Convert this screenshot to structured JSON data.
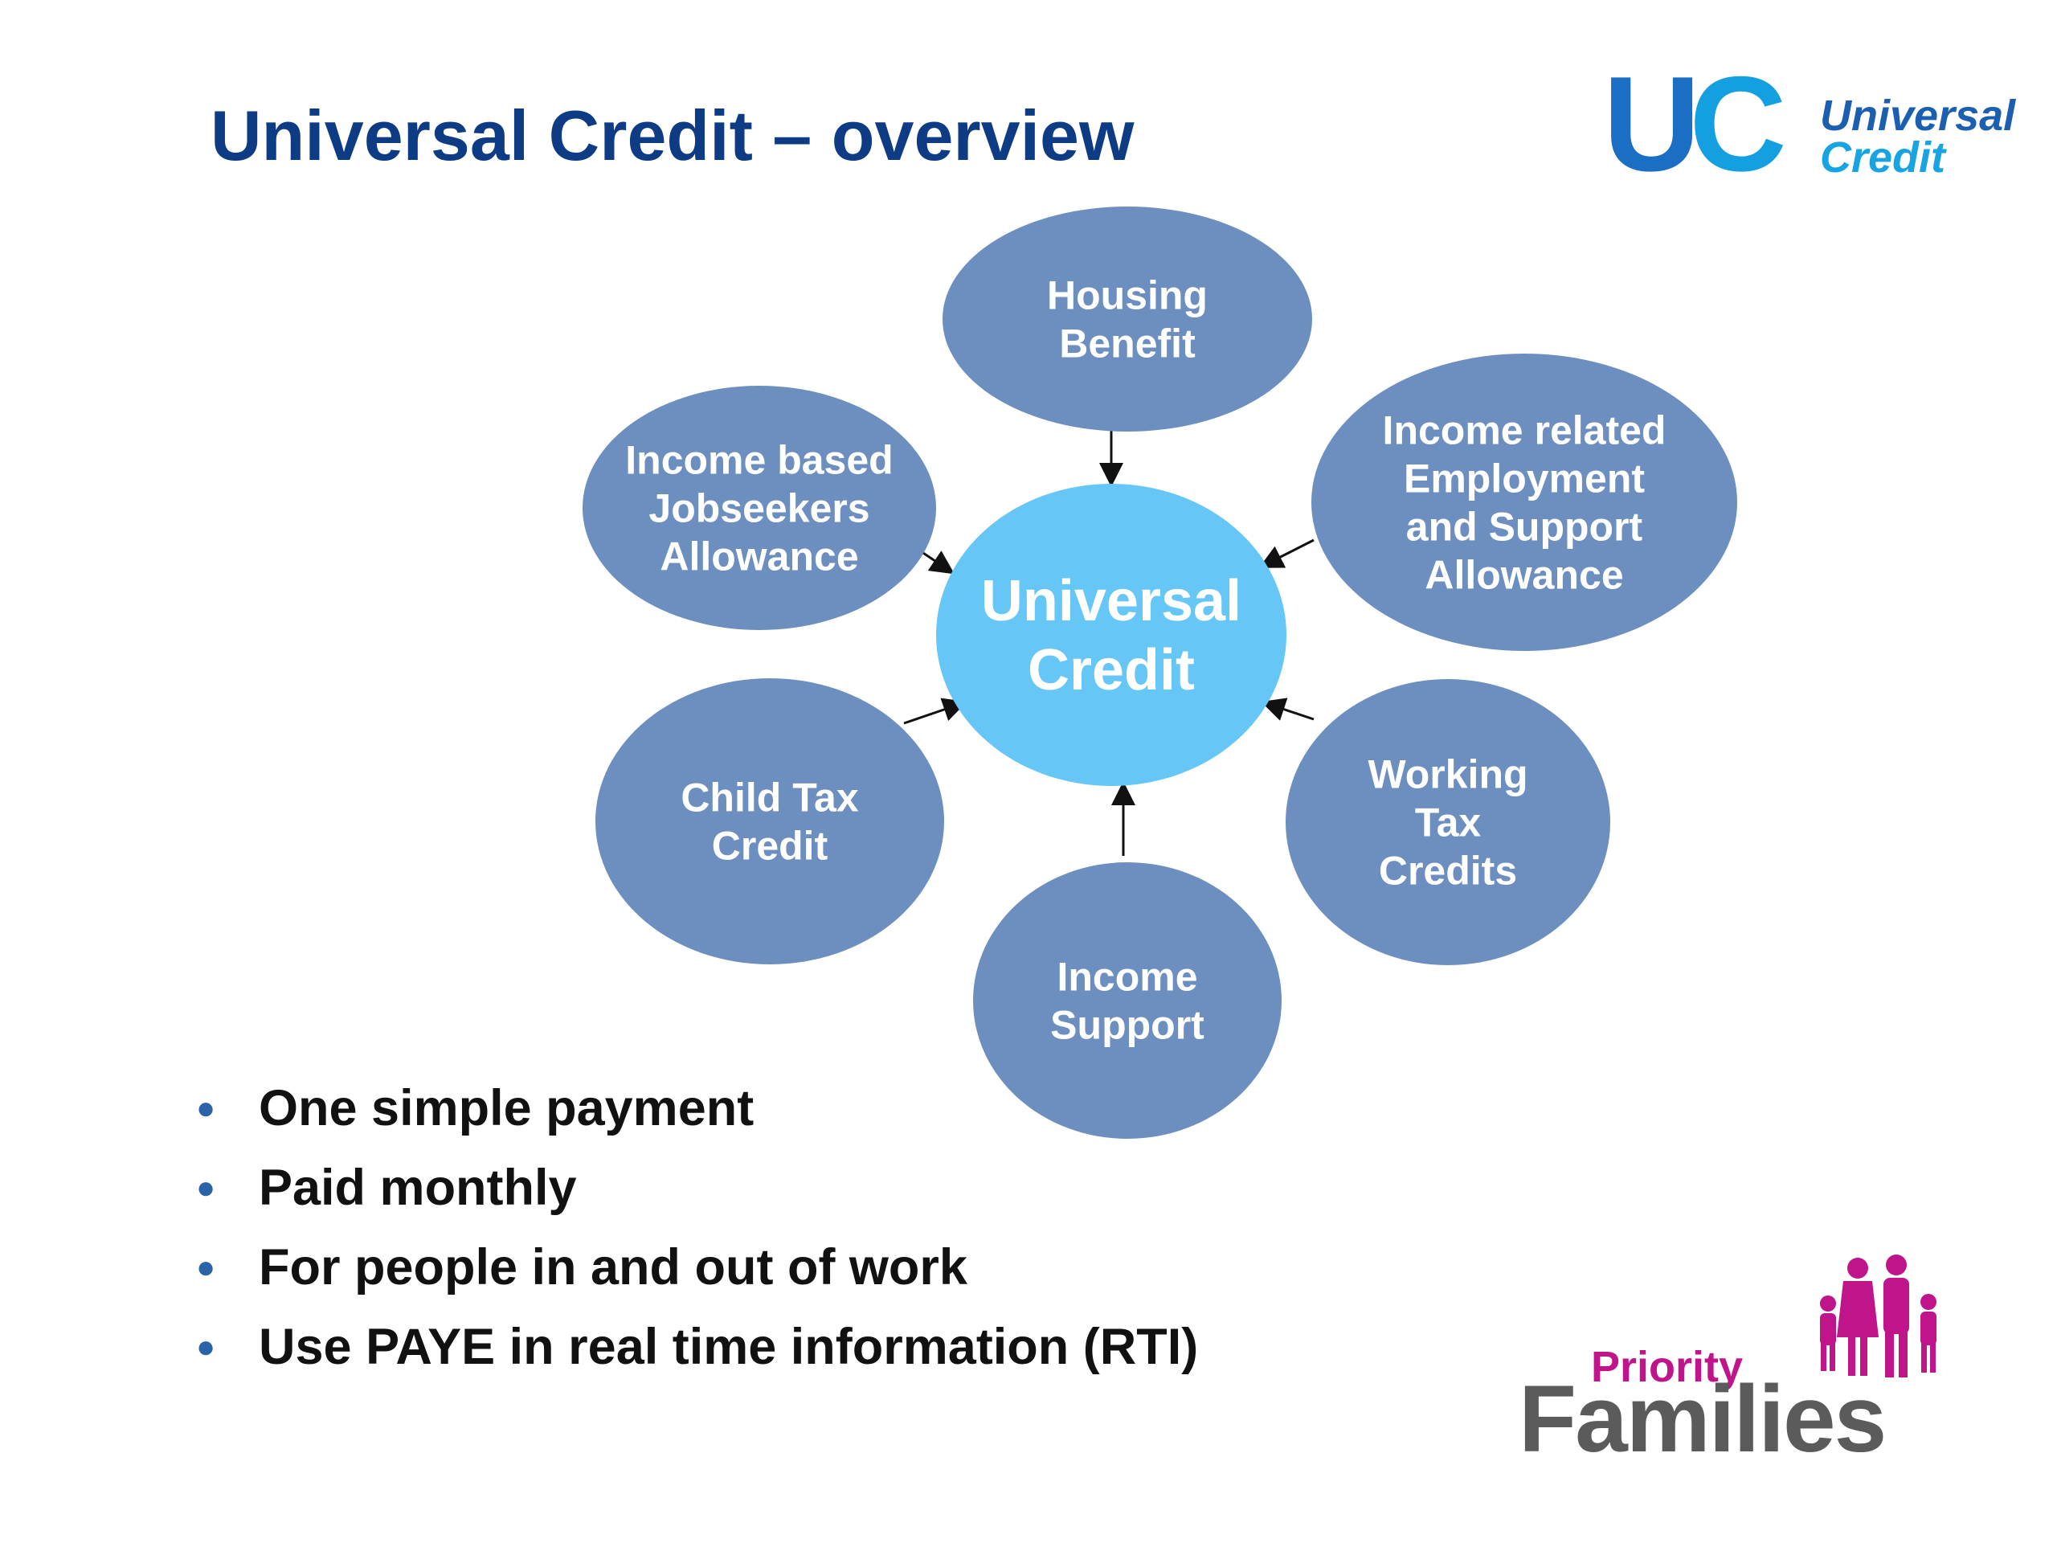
{
  "title": "Universal Credit – overview",
  "logo": {
    "letters_u": "U",
    "letters_c": "C",
    "word1": "Universal",
    "word2": "Credit"
  },
  "diagram": {
    "center": {
      "label_line1": "Universal",
      "label_line2": "Credit"
    },
    "benefits": [
      {
        "lines": [
          "Housing",
          "Benefit"
        ]
      },
      {
        "lines": [
          "Income related",
          "Employment",
          "and Support",
          "Allowance"
        ]
      },
      {
        "lines": [
          "Working",
          "Tax",
          "Credits"
        ]
      },
      {
        "lines": [
          "Income",
          "Support"
        ]
      },
      {
        "lines": [
          "Child Tax",
          "Credit"
        ]
      },
      {
        "lines": [
          "Income based",
          "Jobseekers",
          "Allowance"
        ]
      }
    ]
  },
  "bullets": [
    "One simple payment",
    "Paid monthly",
    "For people in and out of work",
    "Use PAYE in real time information (RTI)"
  ],
  "partner_logo": {
    "word1": "Priority",
    "word2": "Families"
  },
  "colors": {
    "title": "#0d3c85",
    "node": "#6d8fbf",
    "center": "#66c6f5",
    "bullet": "#2a63a8",
    "priority": "#c0158a"
  }
}
